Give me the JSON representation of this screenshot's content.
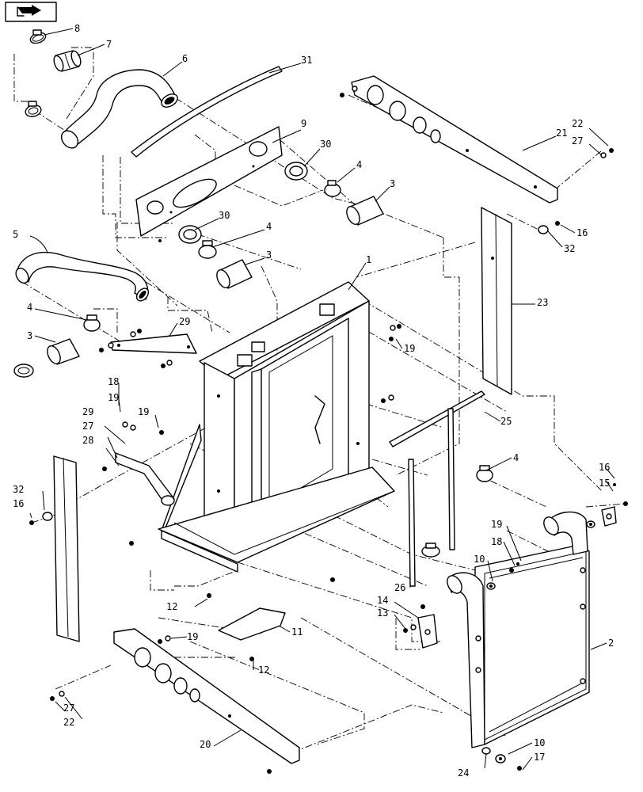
{
  "nav_icon": "page-forward-icon",
  "callouts": {
    "c1": "1",
    "c2": "2",
    "c3a": "3",
    "c3b": "3",
    "c3c": "3",
    "c4a": "4",
    "c4b": "4",
    "c4c": "4",
    "c4d": "4",
    "c5": "5",
    "c6": "6",
    "c7": "7",
    "c8": "8",
    "c9": "9",
    "c10a": "10",
    "c10b": "10",
    "c11": "11",
    "c12a": "12",
    "c12b": "12",
    "c13": "13",
    "c14": "14",
    "c15": "15",
    "c16a": "16",
    "c16b": "16",
    "c17": "17",
    "c18a": "18",
    "c18b": "18",
    "c19a": "19",
    "c19b": "19",
    "c19c": "19",
    "c19d": "19",
    "c19e": "19",
    "c20": "20",
    "c21": "21",
    "c22a": "22",
    "c22b": "22",
    "c23": "23",
    "c24": "24",
    "c25": "25",
    "c26": "26",
    "c27a": "27",
    "c27b": "27",
    "c27c": "27",
    "c28": "28",
    "c29a": "29",
    "c29b": "29",
    "c30a": "30",
    "c30b": "30",
    "c31": "31",
    "c32a": "32",
    "c32b": "32"
  }
}
